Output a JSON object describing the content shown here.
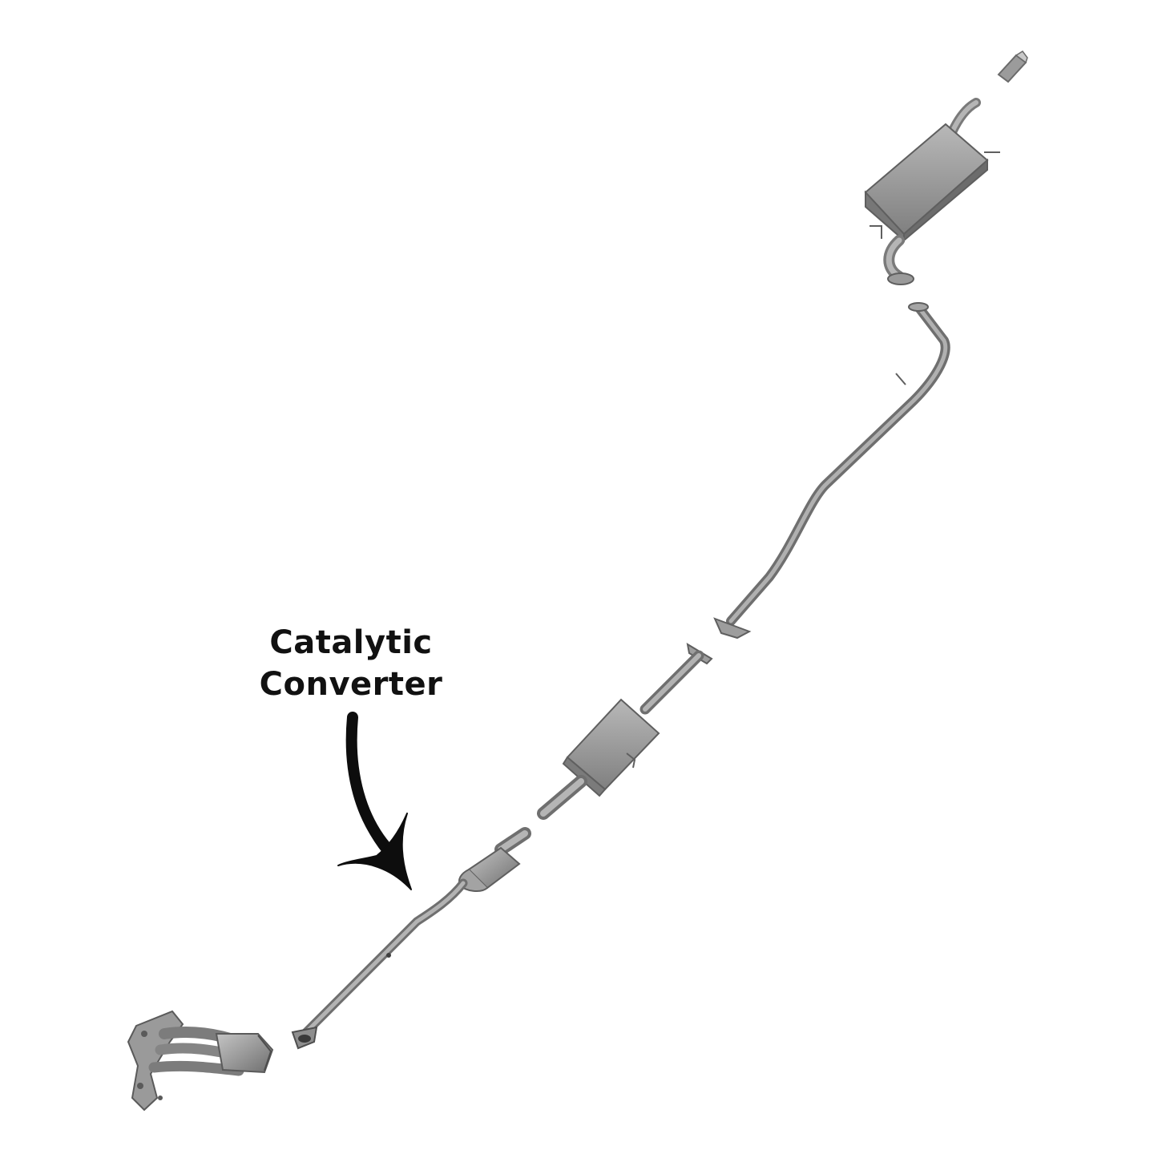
{
  "callout": {
    "line1": "Catalytic",
    "line2": "Converter"
  },
  "colors": {
    "background": "#ffffff",
    "metal": "#8e8e8e",
    "metal_dark": "#5f5f5f",
    "metal_light": "#bdbdbd",
    "arrow": "#0d0d0d",
    "text": "#111111"
  },
  "parts": [
    "exhaust-manifold",
    "front-pipe-with-catalytic-converter",
    "resonator",
    "intermediate-pipe",
    "muffler",
    "tail-pipe-tip"
  ]
}
